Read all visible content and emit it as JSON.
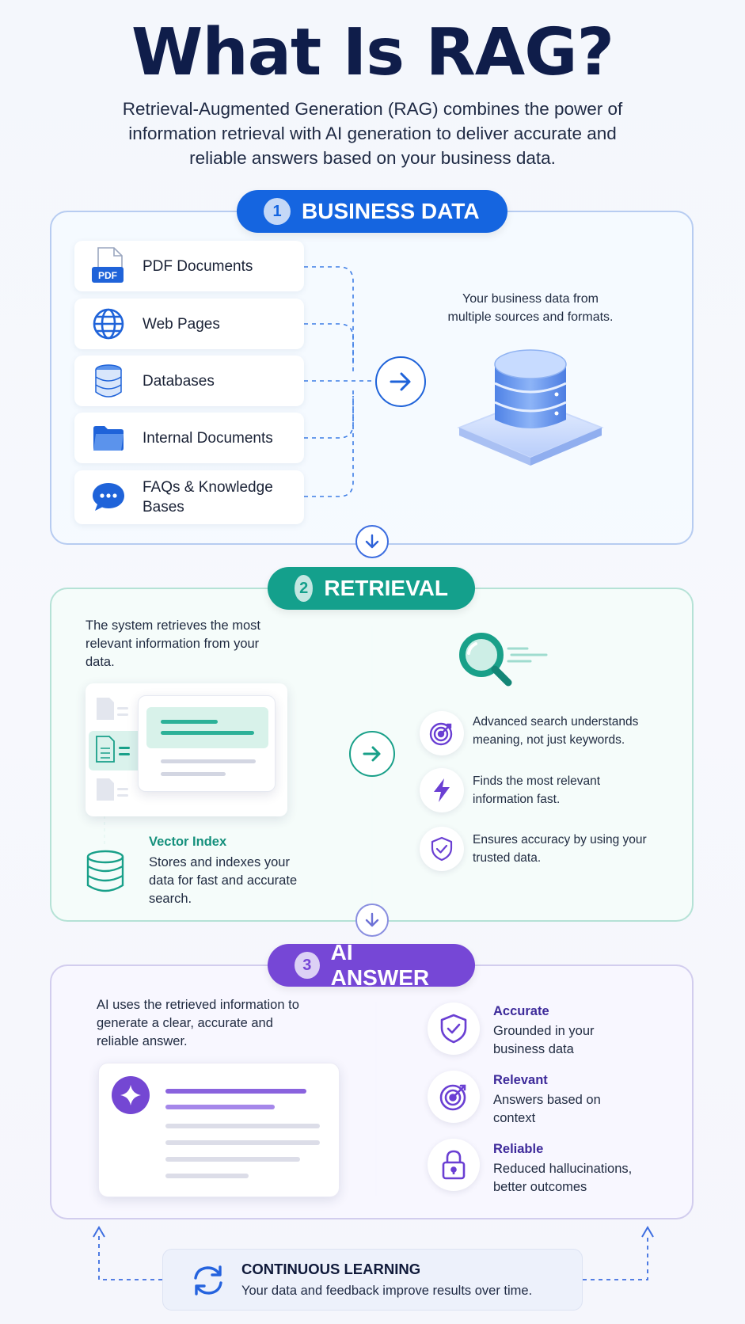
{
  "title": "What Is RAG?",
  "subtitle": "Retrieval-Augmented Generation (RAG) combines the power of information retrieval with AI generation to deliver accurate and reliable answers based on your business data.",
  "section1": {
    "number": "1",
    "label": "BUSINESS DATA",
    "sources": [
      {
        "label": "PDF Documents",
        "icon": "pdf-icon",
        "icon_text": "PDF"
      },
      {
        "label": "Web Pages",
        "icon": "globe-icon"
      },
      {
        "label": "Databases",
        "icon": "database-icon"
      },
      {
        "label": "Internal Documents",
        "icon": "folder-icon"
      },
      {
        "label": "FAQs & Knowledge Bases",
        "icon": "chat-bubble-icon"
      }
    ],
    "description": "Your business data from multiple sources and formats.",
    "accent": "#1565e0"
  },
  "section2": {
    "number": "2",
    "label": "RETRIEVAL",
    "description": "The system retrieves the most relevant information from your data.",
    "vector_index_title": "Vector Index",
    "vector_index_text": "Stores and indexes your data for fast and accurate search.",
    "features": [
      {
        "text": "Advanced search understands meaning, not just keywords.",
        "icon": "target-icon"
      },
      {
        "text": "Finds the most relevant information fast.",
        "icon": "lightning-icon"
      },
      {
        "text": "Ensures accuracy by using your trusted data.",
        "icon": "shield-check-icon"
      }
    ],
    "accent": "#14a08c"
  },
  "section3": {
    "number": "3",
    "label": "AI ANSWER",
    "description": "AI uses the retrieved information to generate a clear, accurate and reliable answer.",
    "features": [
      {
        "title": "Accurate",
        "text": "Grounded in your business data",
        "icon": "shield-check-icon"
      },
      {
        "title": "Relevant",
        "text": "Answers based on context",
        "icon": "target-icon"
      },
      {
        "title": "Reliable",
        "text": "Reduced hallucinations, better outcomes",
        "icon": "lock-icon"
      }
    ],
    "accent": "#7647d6"
  },
  "learning": {
    "title": "CONTINUOUS LEARNING",
    "text": "Your data and feedback improve results over time.",
    "icon": "refresh-icon"
  }
}
